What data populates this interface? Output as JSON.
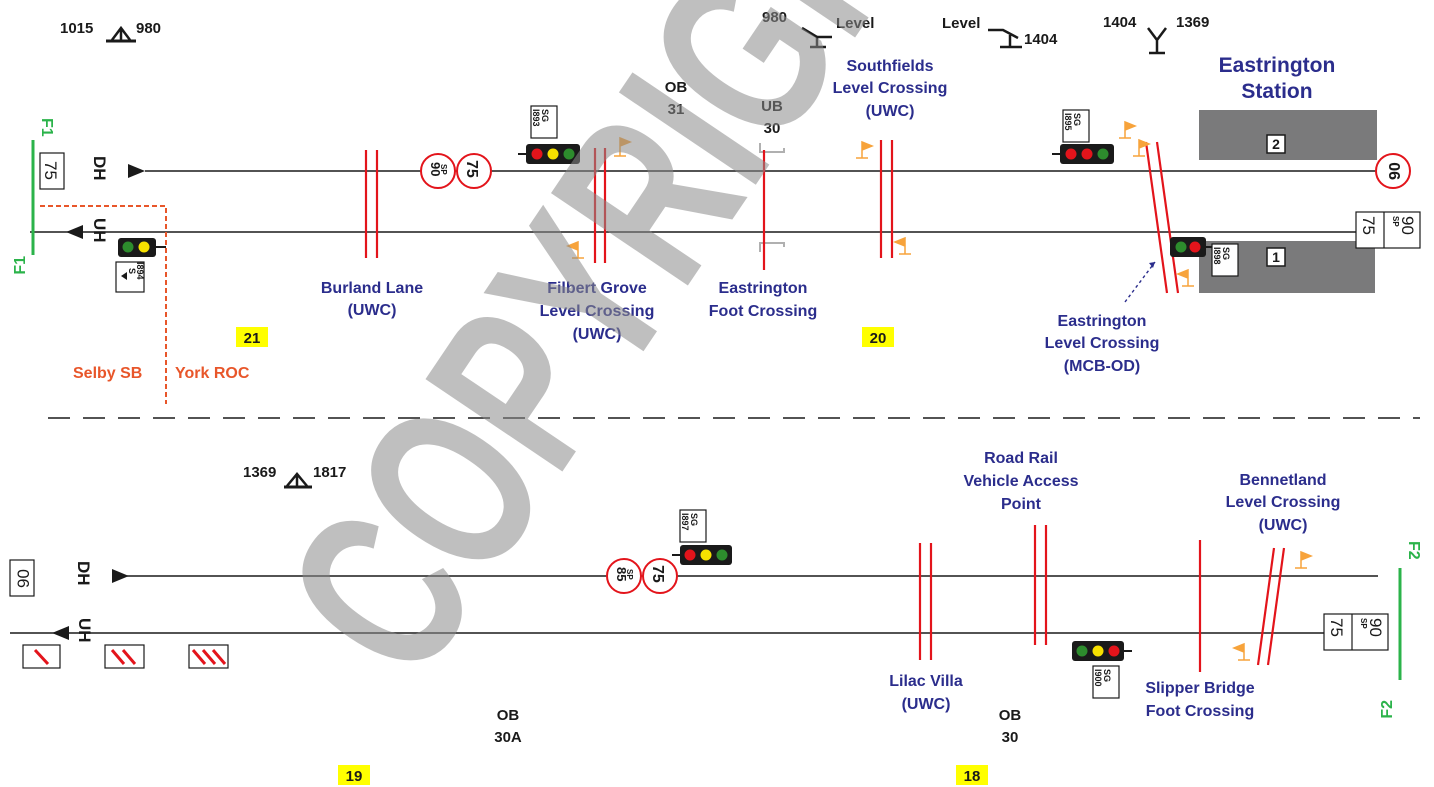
{
  "gradients": {
    "top_left": {
      "left": "1015",
      "right": "980"
    },
    "top_mid1": {
      "left": "980",
      "right": "Level"
    },
    "top_mid2": {
      "left": "Level",
      "right": "1404"
    },
    "top_right": {
      "left": "1404",
      "right": "1369"
    },
    "bottom": {
      "left": "1369",
      "right": "1817"
    }
  },
  "station": {
    "name_line1": "Eastrington",
    "name_line2": "Station",
    "platform_up": "1",
    "platform_down": "2"
  },
  "lines": {
    "down": "DH",
    "up": "UH"
  },
  "boundaries": {
    "f1": "F1",
    "f2": "F2",
    "selby": "Selby SB",
    "york": "York ROC"
  },
  "mileposts": {
    "m21": "21",
    "m20": "20",
    "m19": "19",
    "m18": "18"
  },
  "bridges": {
    "ob31_a": "OB",
    "ob31_b": "31",
    "ub30_a": "UB",
    "ub30_b": "30",
    "ob30a_a": "OB",
    "ob30a_b": "30A",
    "ob30_a": "OB",
    "ob30_b": "30"
  },
  "crossings": {
    "burland_1": "Burland Lane",
    "burland_2": "(UWC)",
    "filbert_1": "Filbert Grove",
    "filbert_2": "Level Crossing",
    "filbert_3": "(UWC)",
    "eastfoot_1": "Eastrington",
    "eastfoot_2": "Foot Crossing",
    "south_1": "Southfields",
    "south_2": "Level Crossing",
    "south_3": "(UWC)",
    "eastlc_1": "Eastrington",
    "eastlc_2": "Level Crossing",
    "eastlc_3": "(MCB-OD)",
    "rrvap_1": "Road Rail",
    "rrvap_2": "Vehicle Access",
    "rrvap_3": "Point",
    "bennet_1": "Bennetland",
    "bennet_2": "Level Crossing",
    "bennet_3": "(UWC)",
    "lilac_1": "Lilac Villa",
    "lilac_2": "(UWC)",
    "slipper_1": "Slipper Bridge",
    "slipper_2": "Foot Crossing"
  },
  "signals": {
    "sg893": "I893",
    "sg895": "I895",
    "sg898": "I898",
    "sg897": "I897",
    "sg900": "I900",
    "s894": "I894",
    "sg_prefix": "SG",
    "s_prefix": "S"
  },
  "speeds": {
    "top_start_box": "75",
    "sp_label": "SP",
    "top_sp_a": "90",
    "top_sp_b": "75",
    "top_end_circle": "90",
    "top_end_box_a": "75",
    "top_end_box_b": "90",
    "bot_start_box": "90",
    "bot_sp_a": "85",
    "bot_sp_b": "75",
    "bot_end_box_a": "75",
    "bot_end_box_b": "90"
  },
  "watermark": "COPYRIGHT",
  "colors": {
    "line_label": "#2b2d8c",
    "boundary": "#e8562a",
    "fixed_boundary": "#2bb34a",
    "milepost_bg": "#ffff00",
    "crossing": "#e3141b",
    "whistle": "#f7a33b"
  }
}
